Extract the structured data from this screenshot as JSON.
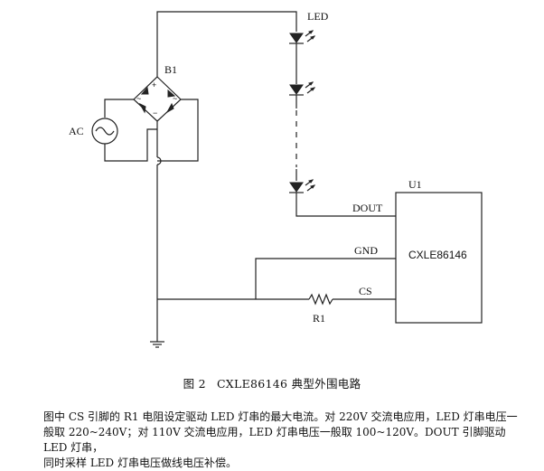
{
  "schematic": {
    "labels": {
      "led": "LED",
      "bridge": "B1",
      "ac": "AC",
      "u1": "U1",
      "chip": "CXLE86146",
      "dout": "DOUT",
      "gnd": "GND",
      "cs": "CS",
      "r1": "R1",
      "plus": "+",
      "minus": "−",
      "tilde_left": "~",
      "tilde_right": "~"
    }
  },
  "caption": {
    "figure_no": "图 2",
    "title": "CXLE86146 典型外围电路"
  },
  "description": {
    "line1": "图中 CS 引脚的 R1 电阻设定驱动 LED 灯串的最大电流。对 220V 交流电应用，LED 灯串电压一",
    "line2": "般取 220~240V；对 110V 交流电应用，LED 灯串电压一般取 100~120V。DOUT 引脚驱动 LED 灯串，",
    "line3": "同时采样 LED 灯串电压做线电压补偿。"
  }
}
